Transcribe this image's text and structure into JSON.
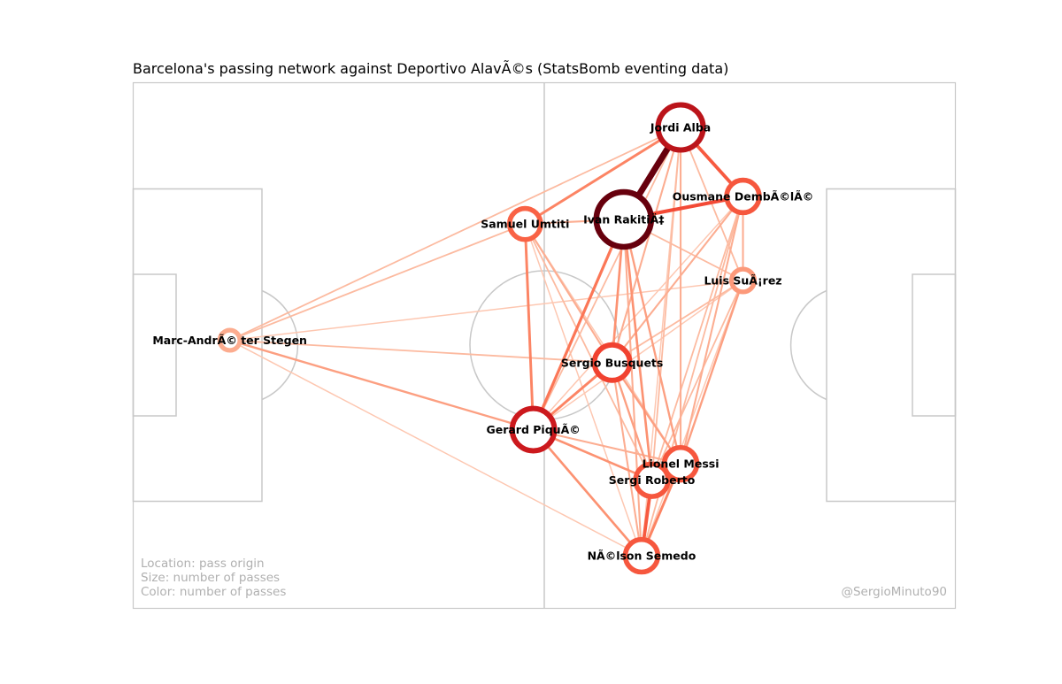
{
  "chart_data": {
    "type": "network",
    "title": "Barcelona's passing network against Deportivo AlavÃ©s (StatsBomb eventing data)",
    "legend_notes": [
      "Location: pass origin",
      "Size: number of passes",
      "Color: number of passes"
    ],
    "credit": "@SergioMinuto90",
    "pitch_length": 120,
    "pitch_width": 80,
    "players": [
      {
        "id": "alba",
        "name": "Jordi Alba",
        "x": 79.9,
        "y": 6.8,
        "passes": 42
      },
      {
        "id": "dembele",
        "name": "Ousmane DembÃ©lÃ©",
        "x": 89.0,
        "y": 17.3,
        "passes": 24
      },
      {
        "id": "rakitic",
        "name": "Ivan RakitiÄ‡",
        "x": 71.6,
        "y": 20.8,
        "passes": 56
      },
      {
        "id": "umtiti",
        "name": "Samuel Umtiti",
        "x": 57.2,
        "y": 21.5,
        "passes": 22
      },
      {
        "id": "suarez",
        "name": "Luis SuÃ¡rez",
        "x": 89.0,
        "y": 30.1,
        "passes": 10
      },
      {
        "id": "terstegen",
        "name": "Marc-AndrÃ© ter Stegen",
        "x": 14.1,
        "y": 39.2,
        "passes": 6
      },
      {
        "id": "busquets",
        "name": "Sergio Busquets",
        "x": 69.9,
        "y": 42.6,
        "passes": 28
      },
      {
        "id": "pique",
        "name": "Gerard PiquÃ©",
        "x": 58.4,
        "y": 52.8,
        "passes": 38
      },
      {
        "id": "messi",
        "name": "Lionel Messi",
        "x": 79.9,
        "y": 58.0,
        "passes": 24
      },
      {
        "id": "roberto",
        "name": "Sergi Roberto",
        "x": 75.7,
        "y": 60.5,
        "passes": 24
      },
      {
        "id": "semedo",
        "name": "NÃ©lson Semedo",
        "x": 74.2,
        "y": 72.0,
        "passes": 24
      }
    ],
    "links": [
      {
        "source": "alba",
        "target": "rakitic",
        "passes": 20
      },
      {
        "source": "rakitic",
        "target": "dembele",
        "passes": 10
      },
      {
        "source": "alba",
        "target": "dembele",
        "passes": 9
      },
      {
        "source": "alba",
        "target": "umtiti",
        "passes": 6
      },
      {
        "source": "umtiti",
        "target": "pique",
        "passes": 6
      },
      {
        "source": "roberto",
        "target": "semedo",
        "passes": 9
      },
      {
        "source": "rakitic",
        "target": "pique",
        "passes": 7
      },
      {
        "source": "pique",
        "target": "busquets",
        "passes": 6
      },
      {
        "source": "pique",
        "target": "semedo",
        "passes": 5
      },
      {
        "source": "pique",
        "target": "roberto",
        "passes": 5
      },
      {
        "source": "rakitic",
        "target": "busquets",
        "passes": 5
      },
      {
        "source": "rakitic",
        "target": "roberto",
        "passes": 5
      },
      {
        "source": "rakitic",
        "target": "messi",
        "passes": 4
      },
      {
        "source": "messi",
        "target": "semedo",
        "passes": 6
      },
      {
        "source": "messi",
        "target": "roberto",
        "passes": 5
      },
      {
        "source": "terstegen",
        "target": "pique",
        "passes": 4
      },
      {
        "source": "busquets",
        "target": "roberto",
        "passes": 4
      },
      {
        "source": "busquets",
        "target": "messi",
        "passes": 4
      },
      {
        "source": "suarez",
        "target": "messi",
        "passes": 4
      },
      {
        "source": "dembele",
        "target": "suarez",
        "passes": 3
      },
      {
        "source": "alba",
        "target": "messi",
        "passes": 3
      },
      {
        "source": "alba",
        "target": "busquets",
        "passes": 3
      },
      {
        "source": "dembele",
        "target": "messi",
        "passes": 3
      },
      {
        "source": "dembele",
        "target": "busquets",
        "passes": 3
      },
      {
        "source": "umtiti",
        "target": "busquets",
        "passes": 3
      },
      {
        "source": "umtiti",
        "target": "rakitic",
        "passes": 3
      },
      {
        "source": "terstegen",
        "target": "alba",
        "passes": 2
      },
      {
        "source": "terstegen",
        "target": "umtiti",
        "passes": 2
      },
      {
        "source": "terstegen",
        "target": "busquets",
        "passes": 2
      },
      {
        "source": "terstegen",
        "target": "suarez",
        "passes": 1
      },
      {
        "source": "terstegen",
        "target": "semedo",
        "passes": 1
      },
      {
        "source": "alba",
        "target": "suarez",
        "passes": 2
      },
      {
        "source": "alba",
        "target": "roberto",
        "passes": 2
      },
      {
        "source": "alba",
        "target": "pique",
        "passes": 2
      },
      {
        "source": "rakitic",
        "target": "suarez",
        "passes": 2
      },
      {
        "source": "rakitic",
        "target": "semedo",
        "passes": 3
      },
      {
        "source": "suarez",
        "target": "roberto",
        "passes": 2
      },
      {
        "source": "suarez",
        "target": "busquets",
        "passes": 2
      },
      {
        "source": "suarez",
        "target": "pique",
        "passes": 1
      },
      {
        "source": "busquets",
        "target": "semedo",
        "passes": 3
      },
      {
        "source": "umtiti",
        "target": "roberto",
        "passes": 2
      },
      {
        "source": "umtiti",
        "target": "messi",
        "passes": 1
      },
      {
        "source": "pique",
        "target": "messi",
        "passes": 3
      },
      {
        "source": "dembele",
        "target": "roberto",
        "passes": 2
      },
      {
        "source": "dembele",
        "target": "semedo",
        "passes": 2
      },
      {
        "source": "dembele",
        "target": "pique",
        "passes": 1
      },
      {
        "source": "umtiti",
        "target": "semedo",
        "passes": 1
      },
      {
        "source": "alba",
        "target": "semedo",
        "passes": 1
      },
      {
        "source": "suarez",
        "target": "semedo",
        "passes": 1
      }
    ],
    "colors": {
      "scale": [
        "#fee0d2",
        "#fcbba1",
        "#fc9272",
        "#fb6a4a",
        "#ef3b2c",
        "#cb181d",
        "#a50f15",
        "#67000d"
      ],
      "pitch_lines": "#c8c8c8"
    }
  }
}
